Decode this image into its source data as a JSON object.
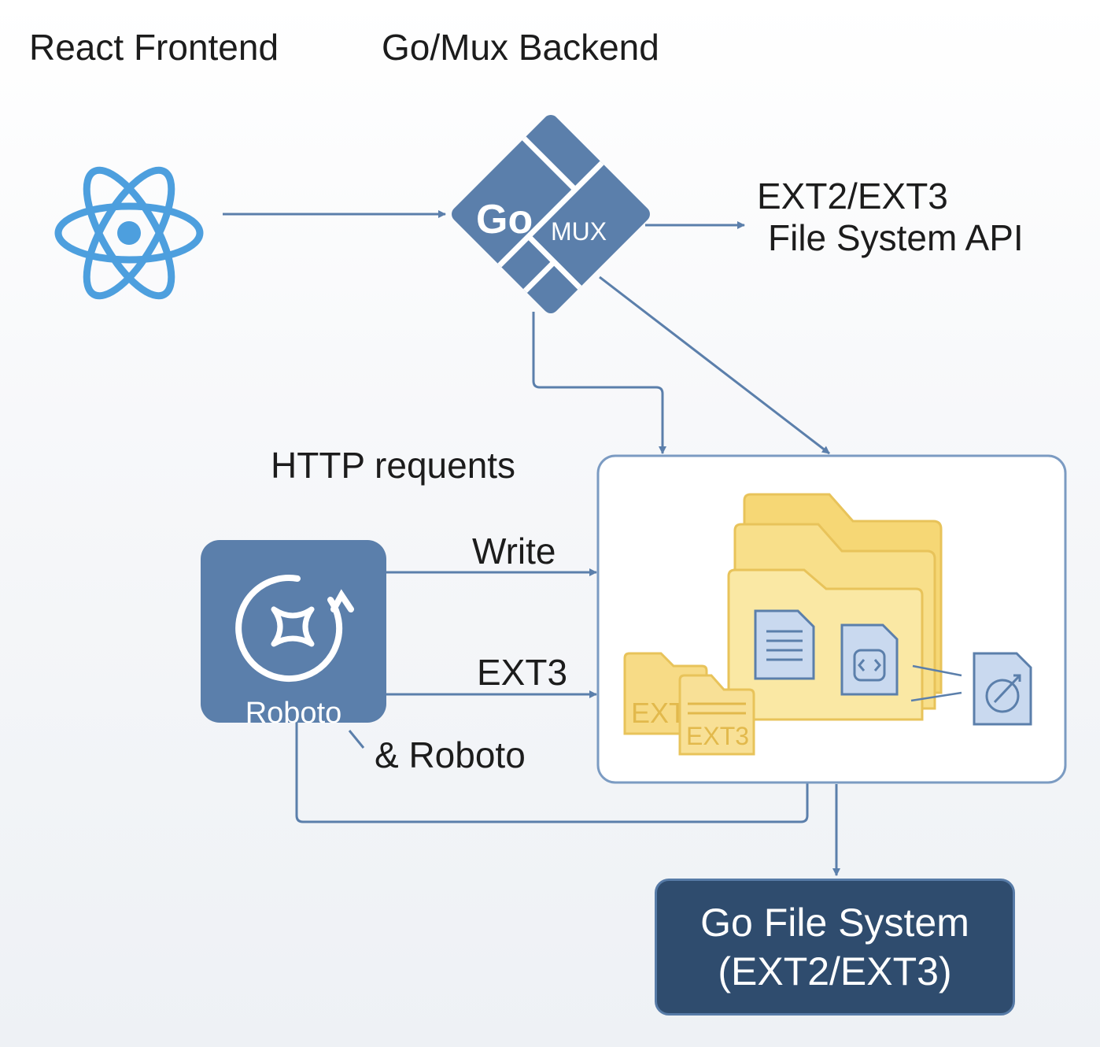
{
  "labels": {
    "react_frontend": "React Frontend",
    "gomux_backend": "Go/Mux Backend",
    "fs_api_line1": "EXT2/EXT3",
    "fs_api_line2": "File System API",
    "http_requests": "HTTP requents",
    "write": "Write",
    "ext3": "EXT3",
    "and_roboto": "& Roboto"
  },
  "go_mux_logo": {
    "go": "Go",
    "mux": "MUX"
  },
  "roboto_box": {
    "label": "Roboto",
    "icon": "roboto-sync-icon"
  },
  "folder_group": {
    "ext_label_1": "EXT",
    "ext_label_2": "EXT3"
  },
  "go_file_system": {
    "line1": "Go File System",
    "line2": "(EXT2/EXT3)"
  },
  "colors": {
    "accent_blue": "#5b7fab",
    "react_blue": "#4d9fde",
    "dark_navy": "#2f4c6e",
    "folder_yellow": "#f7db86",
    "file_blue": "#c9d9ef"
  }
}
